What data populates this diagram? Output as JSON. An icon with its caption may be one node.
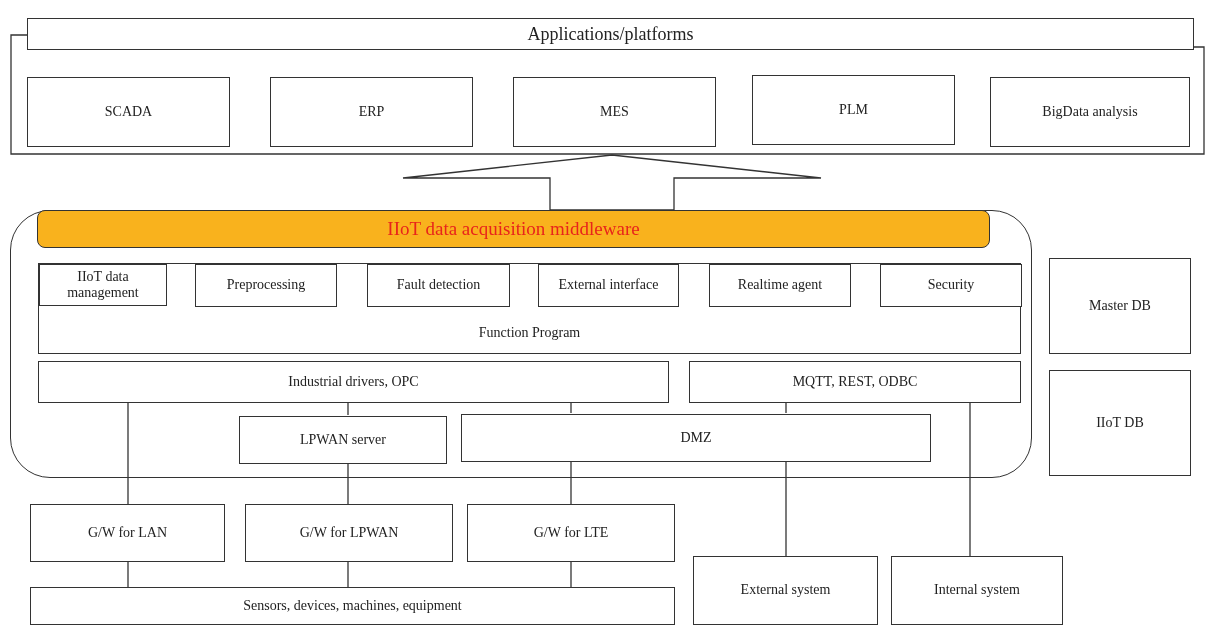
{
  "diagram": {
    "nodes": [
      {
        "text": [
          "Applications/platforms"
        ]
      },
      {
        "text": [
          "SCADA"
        ],
        "in": 0
      },
      {
        "text": [
          "ERP"
        ],
        "in": 0
      },
      {
        "text": [
          "MES"
        ],
        "in": 0
      },
      {
        "text": [
          "PLM"
        ],
        "in": 0
      },
      {
        "text": [
          "BigData analysis"
        ],
        "in": 0
      },
      {
        "text": [
          "IIoT data acquisition middleware"
        ]
      },
      {
        "text": [
          "Function Program"
        ],
        "in": 6
      },
      {
        "text": [
          "IIoT data management"
        ],
        "in": 7
      },
      {
        "text": [
          "Preprocessing"
        ],
        "in": 7
      },
      {
        "text": [
          "Fault detection"
        ],
        "in": 7
      },
      {
        "text": [
          "External interface"
        ],
        "in": 7
      },
      {
        "text": [
          "Realtime agent"
        ],
        "in": 7
      },
      {
        "text": [
          "Security"
        ],
        "in": 7
      },
      {
        "text": [
          "Industrial drivers, OPC"
        ],
        "in": 6
      },
      {
        "text": [
          "MQTT, REST, ODBC"
        ],
        "in": 6
      },
      {
        "text": [
          "LPWAN server"
        ],
        "in": 6
      },
      {
        "text": [
          "DMZ"
        ],
        "in": 6
      },
      {
        "text": [
          "Master DB"
        ]
      },
      {
        "text": [
          "IIoT DB"
        ]
      },
      {
        "text": [
          "G/W for LAN"
        ]
      },
      {
        "text": [
          "G/W for LPWAN"
        ]
      },
      {
        "text": [
          "G/W for LTE"
        ]
      },
      {
        "text": [
          "Sensors, devices, machines, equipment"
        ]
      },
      {
        "text": [
          "External system"
        ]
      },
      {
        "text": [
          "Internal system"
        ]
      }
    ],
    "edges": [
      {
        "from": 6,
        "to": 0,
        "arrow": "to"
      },
      {
        "from": 14,
        "to": 20,
        "arrow": "none"
      },
      {
        "from": 14,
        "to": 16,
        "arrow": "none"
      },
      {
        "from": 14,
        "to": 17,
        "arrow": "none"
      },
      {
        "from": 15,
        "to": 17,
        "arrow": "none"
      },
      {
        "from": 15,
        "to": 25,
        "arrow": "none"
      },
      {
        "from": 16,
        "to": 21,
        "arrow": "none"
      },
      {
        "from": 17,
        "to": 22,
        "arrow": "none"
      },
      {
        "from": 17,
        "to": 24,
        "arrow": "none"
      },
      {
        "from": 20,
        "to": 23,
        "arrow": "none"
      },
      {
        "from": 21,
        "to": 23,
        "arrow": "none"
      },
      {
        "from": 22,
        "to": 23,
        "arrow": "none"
      }
    ]
  }
}
